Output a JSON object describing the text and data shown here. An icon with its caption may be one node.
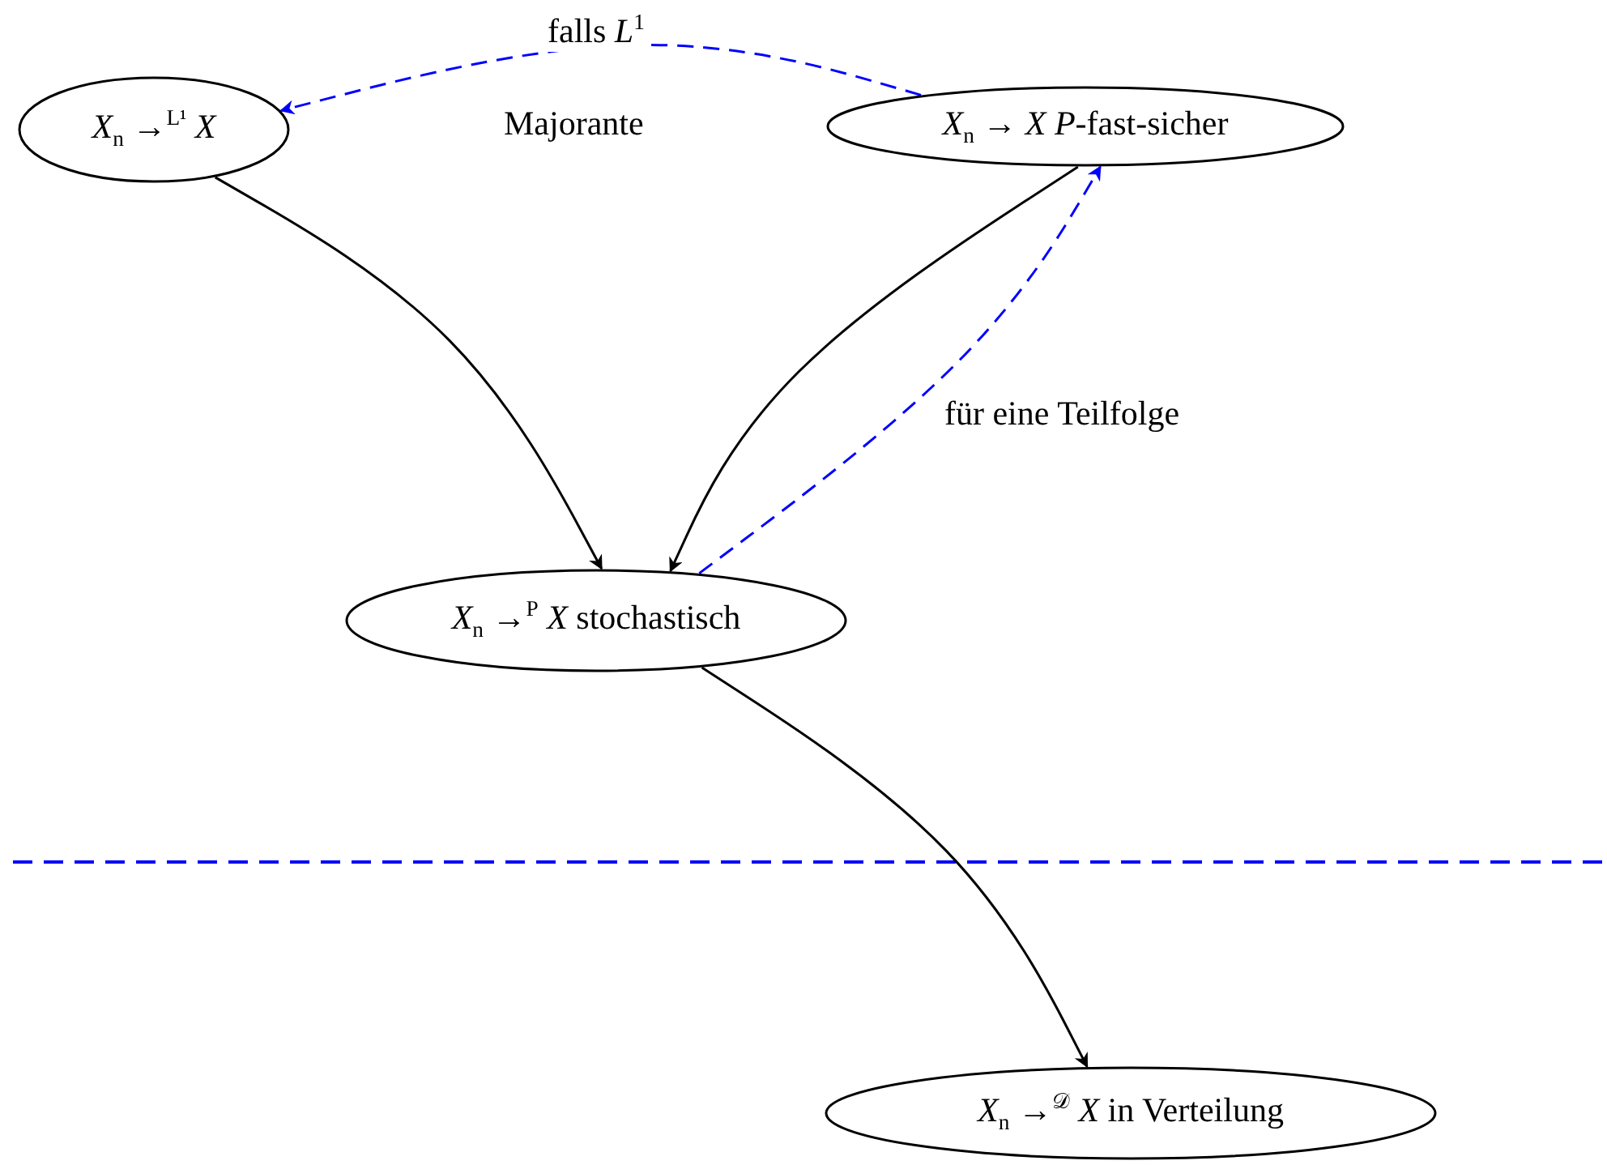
{
  "diagram": {
    "nodes": [
      {
        "text": [
          "*X*$_{n}$ →$^{L¹}$ *X*"
        ]
      },
      {
        "text": [
          "*X*$_{n}$ → *X* *P*-fast-sicher"
        ]
      },
      {
        "text": [
          "*X*$_{n}$ →$^{P}$ *X* stochastisch"
        ]
      },
      {
        "text": [
          "*X*$_{n}$ →$^{𝒟}$ *X* in Verteilung"
        ]
      }
    ],
    "edges": [
      {
        "from": 0,
        "to": 2,
        "arrow": "to"
      },
      {
        "from": 1,
        "to": 2,
        "arrow": "to"
      },
      {
        "from": 2,
        "to": 1,
        "arrow": "to",
        "label": "für eine Teilfolge",
        "style": "dashed",
        "color": "#0000ff"
      },
      {
        "from": 1,
        "to": 0,
        "arrow": "to",
        "label": "falls *L*$^{1}$",
        "style": "dashed",
        "color": "#0000ff"
      },
      {
        "from": 2,
        "to": 3,
        "arrow": "to"
      }
    ],
    "labels": [
      "Majorante"
    ]
  }
}
